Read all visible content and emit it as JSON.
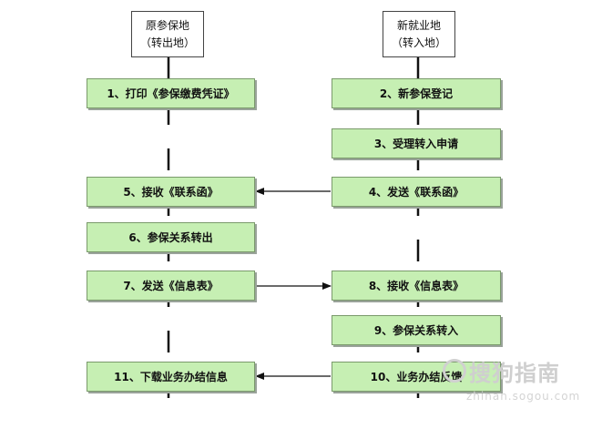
{
  "headers": {
    "origin": {
      "line1": "原参保地",
      "line2": "（转出地）"
    },
    "destination": {
      "line1": "新就业地",
      "line2": "（转入地）"
    }
  },
  "steps": {
    "s1": "1、打印《参保缴费凭证》",
    "s2": "2、新参保登记",
    "s3": "3、受理转入申请",
    "s4": "4、发送《联系函》",
    "s5": "5、接收《联系函》",
    "s6": "6、参保关系转出",
    "s7": "7、发送《信息表》",
    "s8": "8、接收《信息表》",
    "s9": "9、参保关系转入",
    "s10": "10、业务办结反馈",
    "s11": "11、下载业务办结信息"
  },
  "watermark": {
    "brand": "搜狗指南",
    "url": "zhinan.sogou.com"
  },
  "colors": {
    "box_fill": "#c6efb3",
    "box_border": "#7a9a6b",
    "line": "#111111"
  }
}
